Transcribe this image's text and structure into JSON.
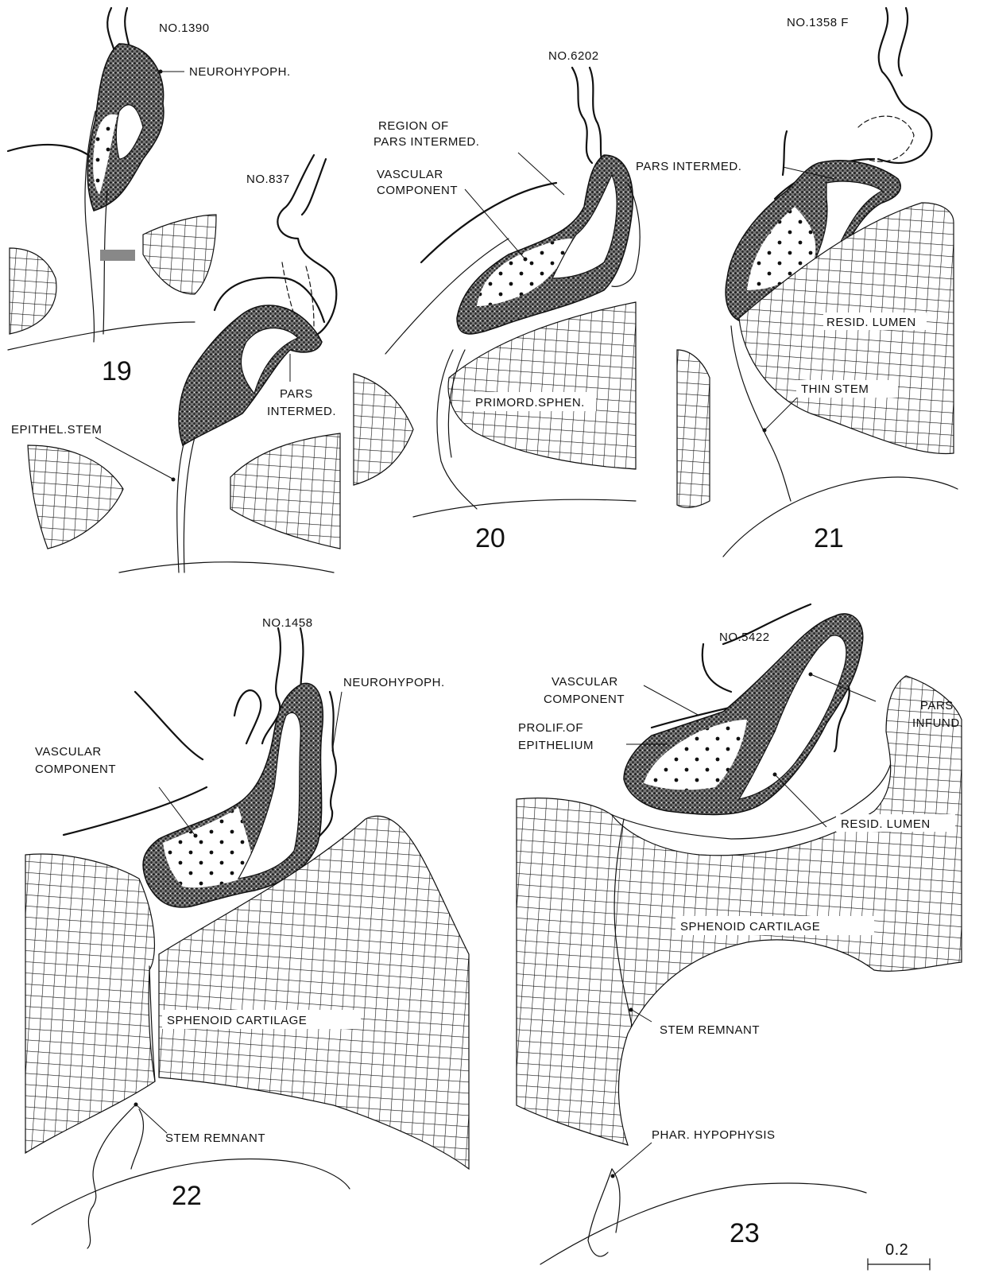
{
  "figures": {
    "fig19": {
      "number": "19",
      "specimen": "NO.1390",
      "labels": {
        "neurohypoph": "NEUROHYPOPH."
      }
    },
    "fig19b": {
      "specimen": "NO.837",
      "labels": {
        "pars_intermed_1": "PARS",
        "pars_intermed_2": "INTERMED.",
        "epithel_stem": "EPITHEL.STEM"
      }
    },
    "fig20": {
      "number": "20",
      "specimen": "NO.6202",
      "labels": {
        "region_1": "REGION OF",
        "region_2": "PARS INTERMED.",
        "vascular_1": "VASCULAR",
        "vascular_2": "COMPONENT",
        "primord": "PRIMORD.SPHEN."
      }
    },
    "fig21": {
      "number": "21",
      "specimen": "NO.1358 F",
      "labels": {
        "pars_intermed": "PARS INTERMED.",
        "resid_lumen": "RESID. LUMEN",
        "thin_stem": "THIN STEM"
      }
    },
    "fig22": {
      "number": "22",
      "specimen": "NO.1458",
      "labels": {
        "neurohypoph": "NEUROHYPOPH.",
        "vascular_1": "VASCULAR",
        "vascular_2": "COMPONENT",
        "sphenoid": "SPHENOID CARTILAGE",
        "stem_remnant": "STEM REMNANT"
      }
    },
    "fig23": {
      "number": "23",
      "specimen": "NO.5422",
      "labels": {
        "vascular_1": "VASCULAR",
        "vascular_2": "COMPONENT",
        "prolif_1": "PROLIF.OF",
        "prolif_2": "EPITHELIUM",
        "pars_1": "PARS",
        "pars_2": "INFUND.",
        "resid_lumen": "RESID. LUMEN",
        "sphenoid": "SPHENOID CARTILAGE",
        "stem_remnant": "STEM REMNANT",
        "phar": "PHAR. HYPOPHYSIS"
      }
    }
  },
  "scale_bar": {
    "label": "0.2"
  }
}
